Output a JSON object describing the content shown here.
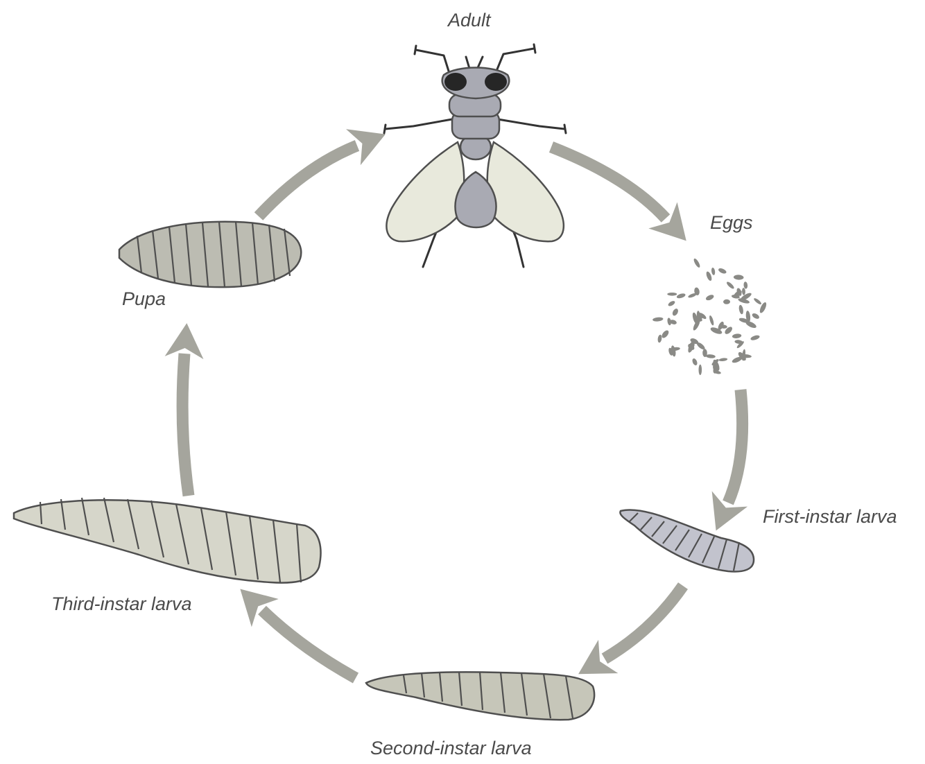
{
  "stages": {
    "adult": "Adult",
    "eggs": "Eggs",
    "first_instar": "First-instar larva",
    "second_instar": "Second-instar larva",
    "third_instar": "Third-instar larva",
    "pupa": "Pupa"
  },
  "colors": {
    "arrow": "#a5a59d",
    "label": "#4a4a4a",
    "outline": "#4f4f4f",
    "fly_body": "#a9aab3",
    "fly_wing": "#e8e9dc",
    "fly_eye": "#262626",
    "egg": "#8a8a86",
    "first_instar_fill": "#c2c3cd",
    "second_instar_fill": "#c6c6b9",
    "third_instar_fill": "#d6d6ca",
    "pupa_fill": "#bcbcb2"
  }
}
